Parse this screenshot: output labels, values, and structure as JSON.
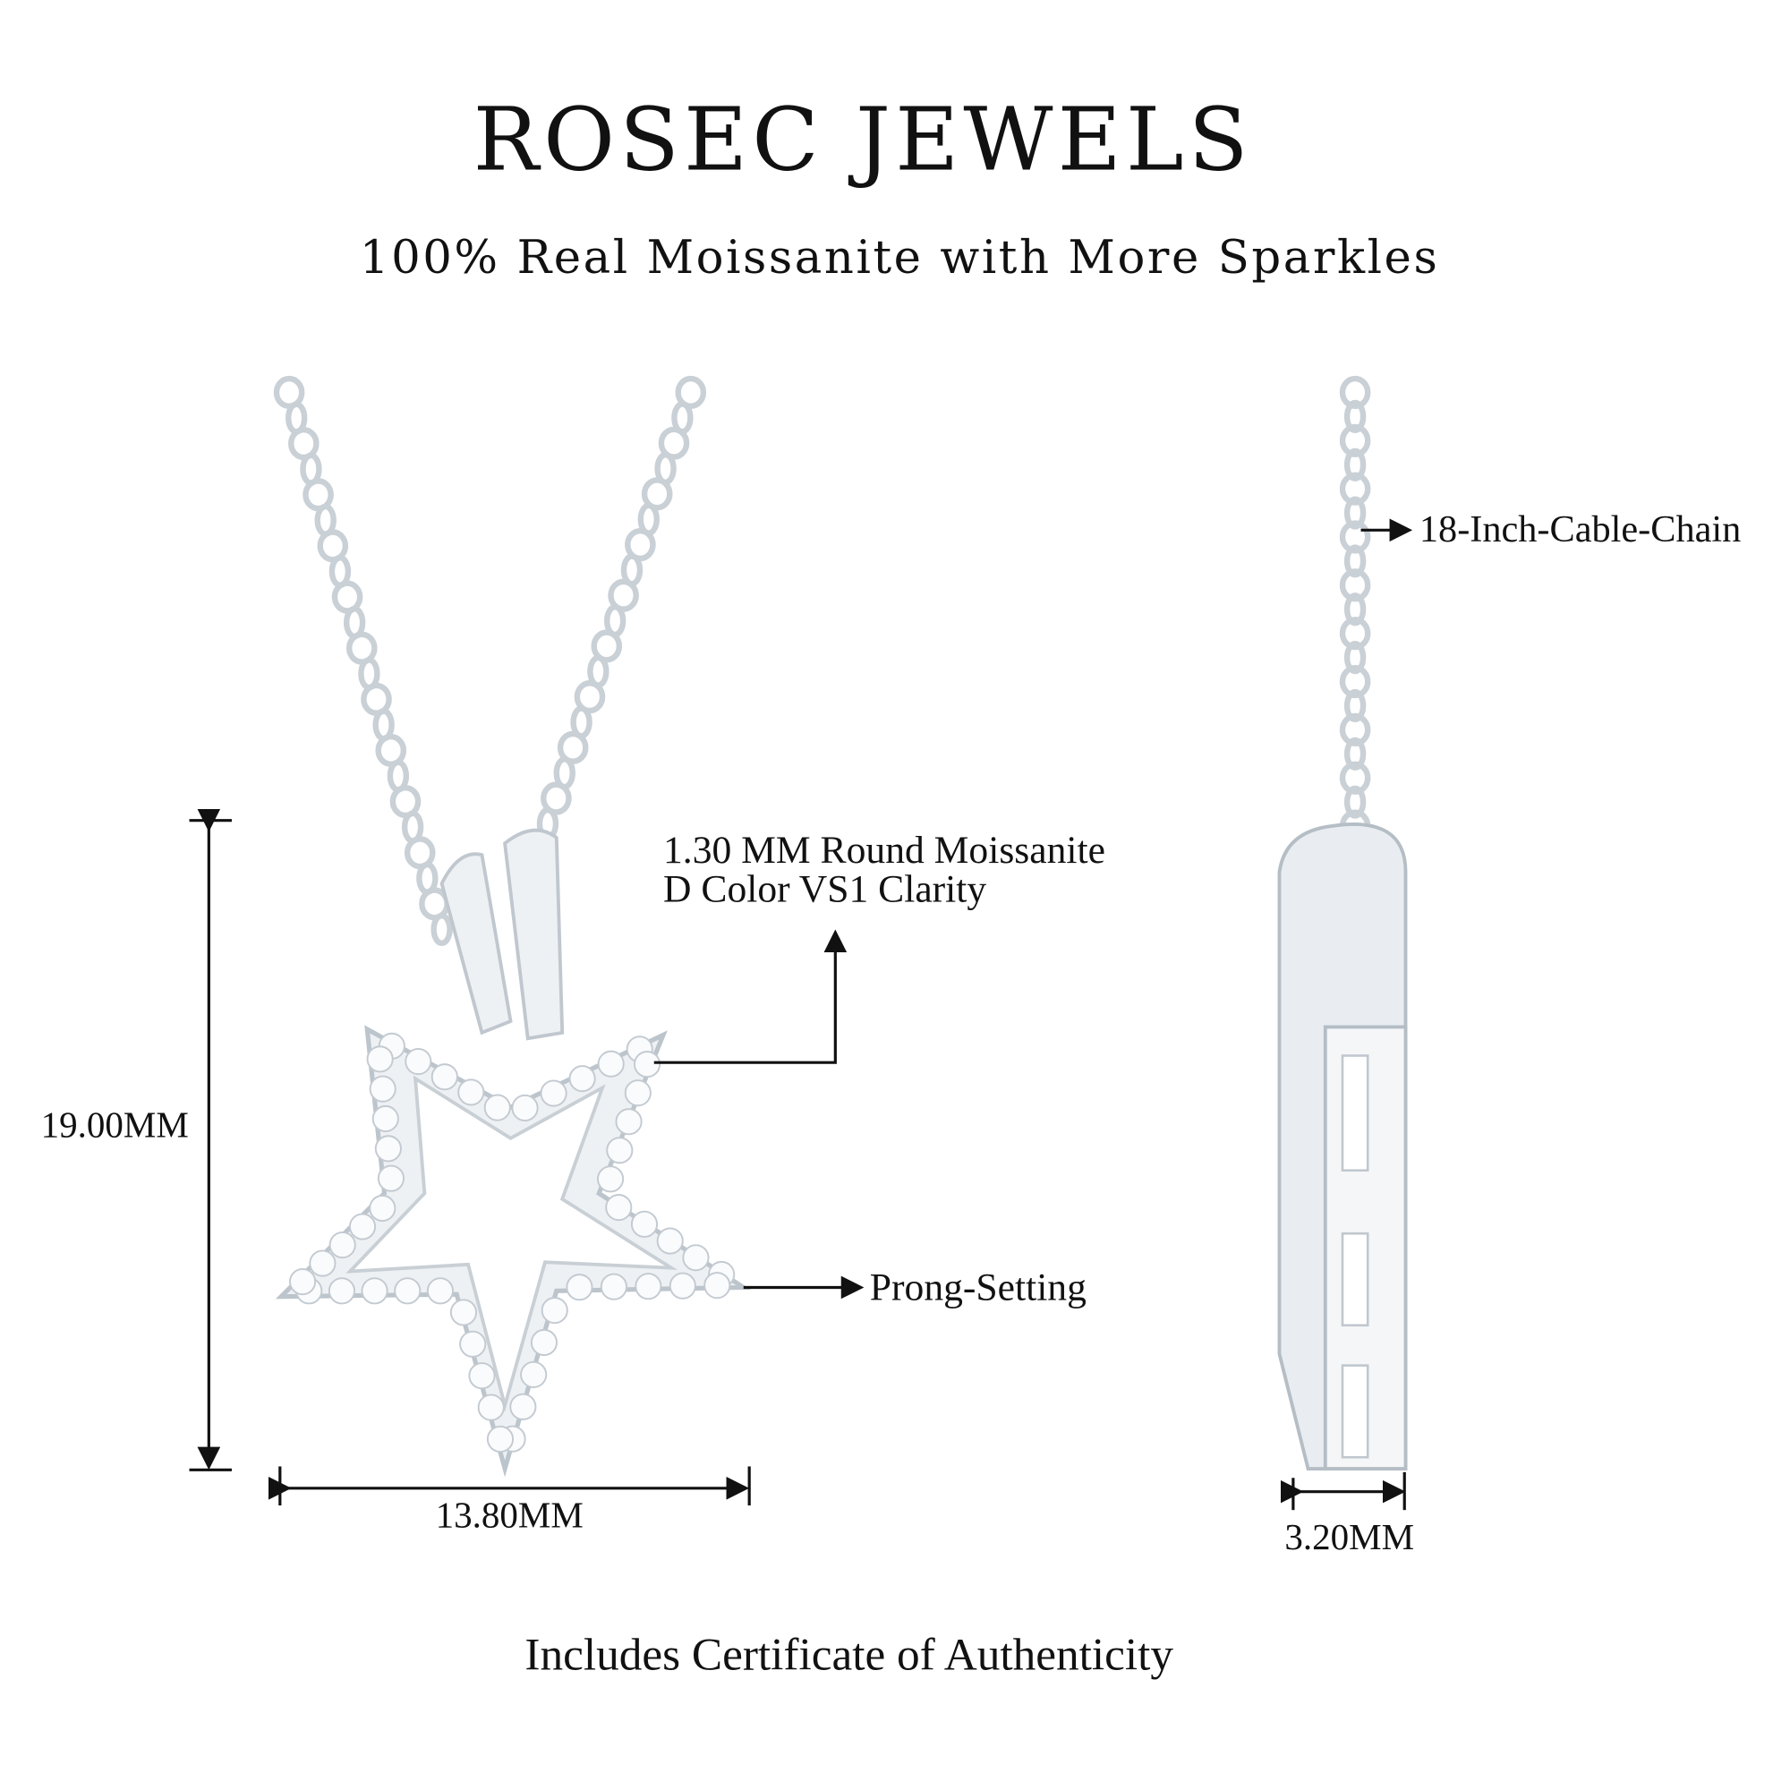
{
  "brand": "ROSEC JEWELS",
  "tagline": "100% Real Moissanite with More Sparkles",
  "labels": {
    "stone_line1": "1.30 MM Round Moissanite",
    "stone_line2": "D Color VS1 Clarity",
    "prong": "Prong-Setting",
    "chain": "18-Inch-Cable-Chain",
    "height": "19.00MM",
    "width": "13.80MM",
    "depth": "3.20MM"
  },
  "footer": "Includes Certificate of Authenticity",
  "colors": {
    "metal": "#e8ecf0",
    "metal_edge": "#b8c0c8",
    "text": "#111111"
  }
}
